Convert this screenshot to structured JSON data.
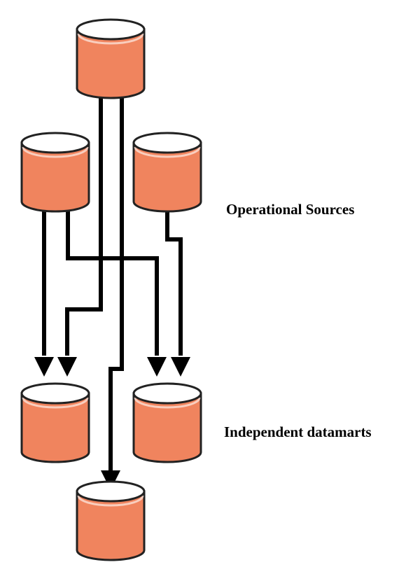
{
  "labels": {
    "operational_sources": "Operational Sources",
    "independent_datamarts": "Independent datamarts"
  },
  "colors": {
    "cylinder_fill": "#f0845e",
    "cylinder_top": "#ffffff",
    "outline": "#222222",
    "arrow": "#000000"
  },
  "icons": {
    "database": "cylinder"
  }
}
